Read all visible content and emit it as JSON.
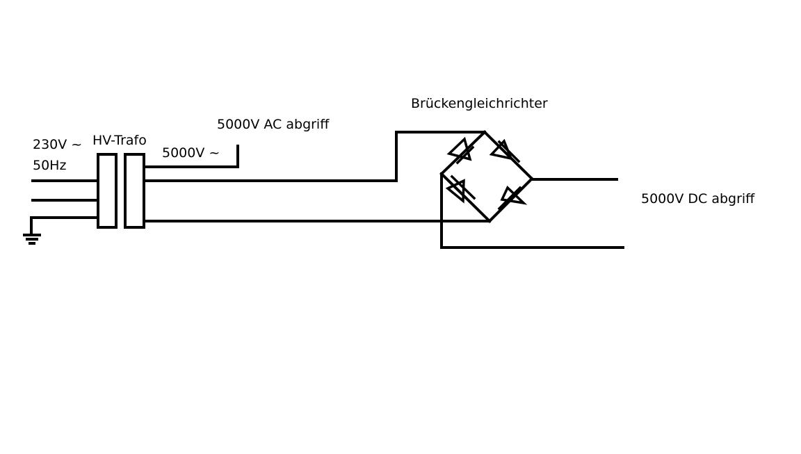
{
  "labels": {
    "input_voltage": "230V ~",
    "input_frequency": "50Hz",
    "transformer": "HV-Trafo",
    "secondary_voltage": "5000V ~",
    "ac_tap": "5000V AC abgriff",
    "bridge_rectifier": "Brückengleichrichter",
    "dc_tap": "5000V DC abgriff"
  },
  "colors": {
    "line": "#000000",
    "background": "#ffffff"
  },
  "components": [
    "ground-symbol",
    "transformer-primary-coil",
    "transformer-secondary-coil",
    "bridge-rectifier",
    "diode"
  ]
}
